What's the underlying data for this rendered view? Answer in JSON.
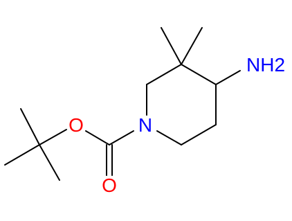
{
  "molecule": {
    "atoms": {
      "n_ring": {
        "symbol": "N",
        "color": "#0000ff"
      },
      "o_ester": {
        "symbol": "O",
        "color": "#ff0000"
      },
      "o_carbonyl": {
        "symbol": "O",
        "color": "#ff0000"
      },
      "amine": {
        "symbol": "NH2",
        "color": "#0000ff"
      }
    },
    "bond_color": "#000000"
  }
}
